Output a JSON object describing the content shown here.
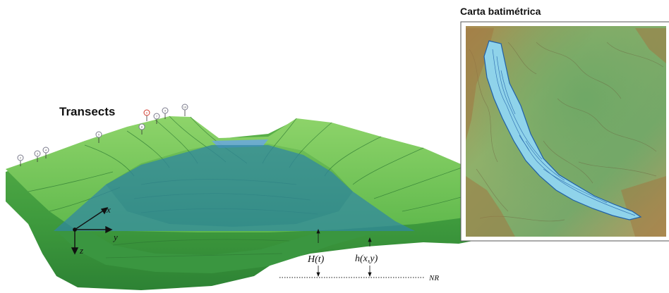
{
  "labels": {
    "transects": "Transects",
    "map_title": "Carta batimétrica",
    "axis_x": "x",
    "axis_y": "y",
    "axis_z": "z",
    "water_level": "H(t)",
    "bottom_depth": "h(x,y)",
    "reference_level": "NR"
  },
  "transect_markers": [
    "1",
    "2",
    "3",
    "4",
    "5",
    "6",
    "7",
    "8",
    "9",
    "10"
  ],
  "highlighted_marker": "6",
  "colors": {
    "terrain_light": "#7dc85a",
    "terrain_mid": "#4fae46",
    "terrain_dark": "#2f8a37",
    "water": "#3b8fa6",
    "water_far": "#5aa0c8",
    "marker_stroke": "#7a7a8c",
    "marker_highlight": "#d03a2e",
    "map_water": "#8fd3ea",
    "map_contour": "#1f5fa8"
  }
}
